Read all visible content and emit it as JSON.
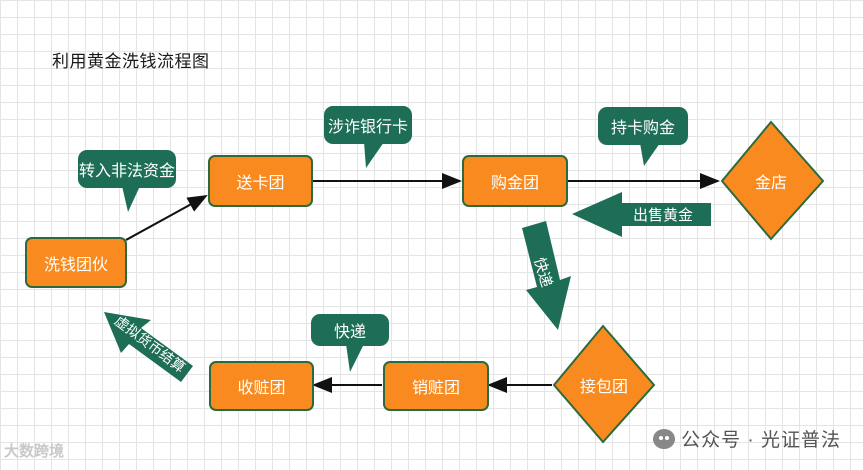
{
  "title": "利用黄金洗钱流程图",
  "nodes": {
    "laundering_gang": "洗钱团伙",
    "card_team": "送卡团",
    "gold_buy_team": "购金团",
    "gold_shop": "金店",
    "receive_team": "接包团",
    "fence_team": "销赃团",
    "collect_team": "收赃团"
  },
  "callouts": {
    "illegal_funds": "转入非法资金",
    "fraud_card": "涉诈银行卡",
    "card_buy_gold": "持卡购金",
    "express_bottom": "快递"
  },
  "block_arrows": {
    "sell_gold": "出售黄金",
    "express_down": "快递",
    "crypto_settle": "虚拟货币结算"
  },
  "watermark": {
    "text": "公众号 · 光证普法",
    "corner": "大数跨境"
  },
  "colors": {
    "node_fill": "#f98a1f",
    "node_border": "#2c6a3c",
    "callout_fill": "#1e6e57",
    "line": "#111111"
  }
}
